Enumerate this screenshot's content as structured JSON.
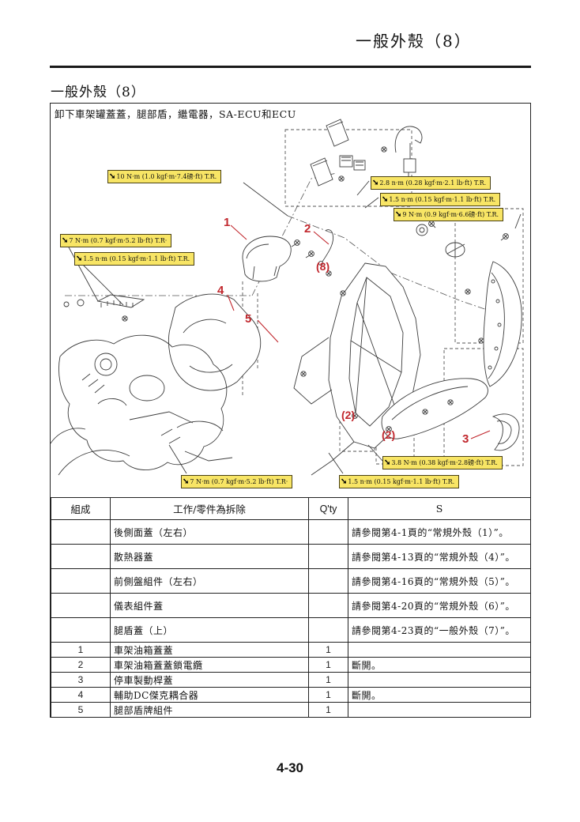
{
  "page": {
    "header_title": "一般外殼（8）",
    "section_title": "一般外殼（8）",
    "page_number": "4-30"
  },
  "colors": {
    "callout_bg": "#f8e565",
    "accent_red": "#c1272d"
  },
  "icons": {
    "torque_arrow": "➘"
  },
  "figure": {
    "description": "卸下車架罐蓋蓋，腿部盾，繼電器，SA-ECU和ECU",
    "torque_callouts": [
      {
        "text": "10 N·m (1.0 kgf·m·7.4磅·ft) T.R."
      },
      {
        "text": "2.8 n·m (0.28 kgf·m·2.1 lb·ft) T.R."
      },
      {
        "text": "1.5 n·m (0.15 kgf·m·1.1 lb·ft) T.R."
      },
      {
        "text": "9 N·m (0.9 kgf·m·6.6磅·ft) T.R."
      },
      {
        "text": "7 N·m (0.7 kgf·m·5.2 lb·ft) T.R·"
      },
      {
        "text": "1.5 n·m (0.15 kgf·m·1.1 lb·ft) T.R."
      },
      {
        "text": "7 N·m (0.7 kgf·m·5.2 lb·ft) T.R·"
      },
      {
        "text": "1.5 n·m (0.15 kgf·m·1.1 lb·ft) T.R."
      },
      {
        "text": "3.8 N·m (0.38 kgf·m·2.8磅·ft) T.R."
      }
    ],
    "part_labels": [
      {
        "text": "1"
      },
      {
        "text": "2"
      },
      {
        "text": "(8)"
      },
      {
        "text": "4"
      },
      {
        "text": "5"
      },
      {
        "text": "(2)"
      },
      {
        "text": "(2)"
      },
      {
        "text": "3"
      }
    ]
  },
  "table": {
    "headers": {
      "order": "組成",
      "job": "工作/零件為拆除",
      "qty": "Q'ty",
      "remarks": "S"
    },
    "rows": [
      {
        "no": "",
        "job": "後側面蓋（左右）",
        "qty": "",
        "remark": "請參閱第4-1頁的“常規外殼（1）”。"
      },
      {
        "no": "",
        "job": "散熱器蓋",
        "qty": "",
        "remark": "請參閱第4-13頁的“常規外殼（4）”。"
      },
      {
        "no": "",
        "job": "前側盤組件（左右）",
        "qty": "",
        "remark": "請參閱第4-16頁的“常規外殼（5）”。"
      },
      {
        "no": "",
        "job": "儀表組件蓋",
        "qty": "",
        "remark": "請參閱第4-20頁的“常規外殼（6）”。"
      },
      {
        "no": "",
        "job": "腿盾蓋（上）",
        "qty": "",
        "remark": "請參閱第4-23頁的“一般外殼（7）”。"
      },
      {
        "no": "1",
        "job": "車架油箱蓋蓋",
        "qty": "1",
        "remark": ""
      },
      {
        "no": "2",
        "job": "車架油箱蓋蓋鎖電纜",
        "qty": "1",
        "remark": "斷開。"
      },
      {
        "no": "3",
        "job": "停車製動桿蓋",
        "qty": "1",
        "remark": ""
      },
      {
        "no": "4",
        "job": "輔助DC傑克耦合器",
        "qty": "1",
        "remark": "斷開。"
      },
      {
        "no": "5",
        "job": "腿部盾牌組件",
        "qty": "1",
        "remark": ""
      }
    ]
  }
}
